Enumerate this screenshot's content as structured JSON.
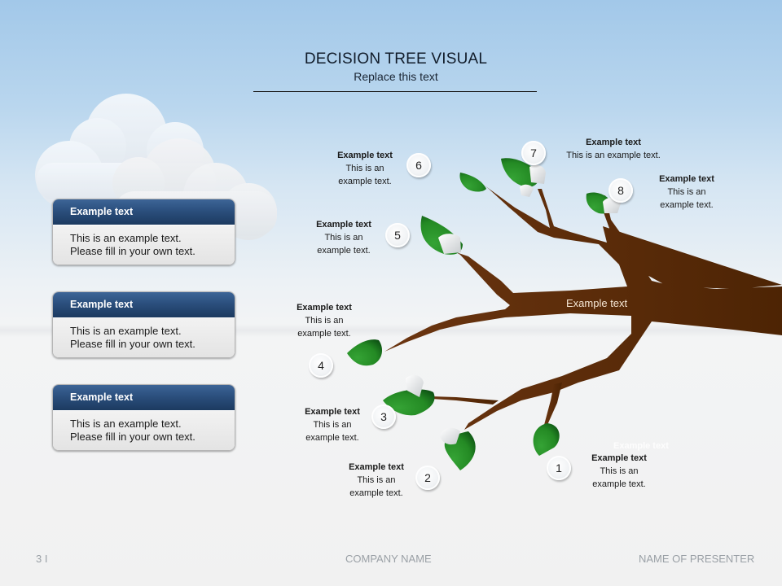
{
  "slide": {
    "title": "DECISION TREE VISUAL",
    "subtitle": "Replace this text"
  },
  "info_boxes": [
    {
      "heading": "Example text",
      "line1": "This is an example text.",
      "line2": "Please fill in your own text."
    },
    {
      "heading": "Example text",
      "line1": "This is an example text.",
      "line2": "Please fill in your own text."
    },
    {
      "heading": "Example text",
      "line1": "This is an example text.",
      "line2": "Please fill in your own text."
    }
  ],
  "tree": {
    "trunk_label": "Example text",
    "ghost_label": "Example text",
    "leaf_color": "#2a8c2a",
    "bark_color": "#5a2d0c",
    "nodes": [
      {
        "number": "1",
        "title": "Example text",
        "desc": "This is an example text."
      },
      {
        "number": "2",
        "title": "Example text",
        "desc": "This is an example text."
      },
      {
        "number": "3",
        "title": "Example text",
        "desc": "This is an example text."
      },
      {
        "number": "4",
        "title": "Example text",
        "desc": "This is an example text."
      },
      {
        "number": "5",
        "title": "Example text",
        "desc": "This is an example text."
      },
      {
        "number": "6",
        "title": "Example text",
        "desc": "This is an example text."
      },
      {
        "number": "7",
        "title": "Example text",
        "desc": "This is an example text."
      },
      {
        "number": "8",
        "title": "Example text",
        "desc": "This is an example text."
      }
    ]
  },
  "footer": {
    "page": "3 I",
    "company": "COMPANY NAME",
    "presenter": "NAME OF PRESENTER"
  }
}
